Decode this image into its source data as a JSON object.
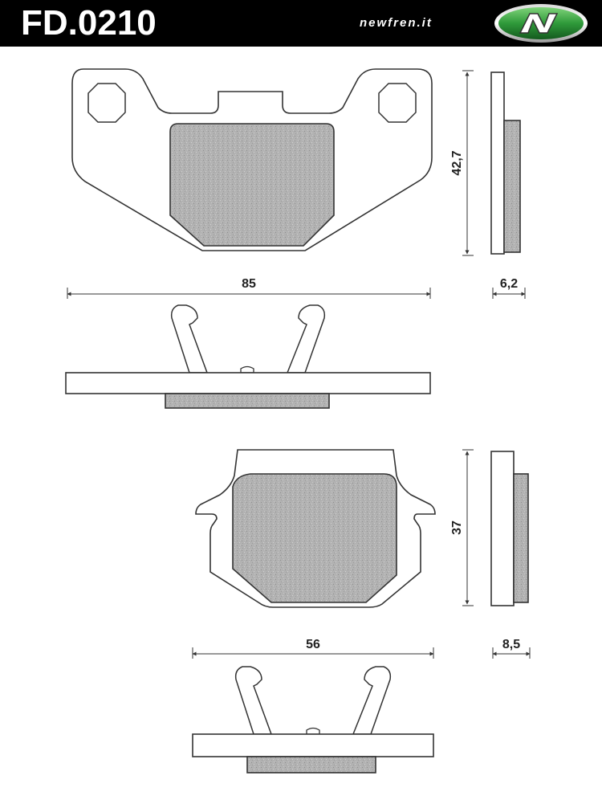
{
  "header": {
    "code": "FD.0210",
    "website": "newfren.it",
    "logo_icon": "newfren-n-logo-icon"
  },
  "pad_1": {
    "height": "42,7",
    "length": "85",
    "thickness": "6,2"
  },
  "pad_2": {
    "height": "37",
    "length": "56",
    "thickness": "8,5"
  },
  "colors": {
    "header_bg": "#000000",
    "header_text": "#ffffff",
    "friction_material": "#b4b4b4",
    "outline": "#333333",
    "logo_green": "#2f9a3a"
  }
}
